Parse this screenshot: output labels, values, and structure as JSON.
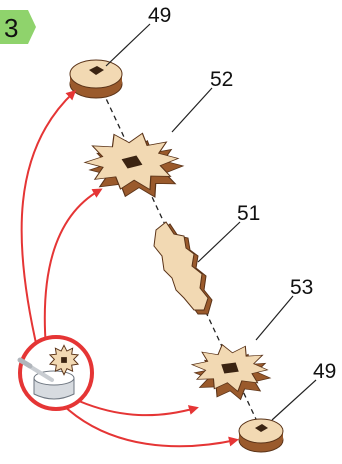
{
  "step": {
    "number": "3",
    "badge_color": "#8fd36c"
  },
  "parts": [
    {
      "id": "part-49-top",
      "label": "49"
    },
    {
      "id": "part-52",
      "label": "52"
    },
    {
      "id": "part-51",
      "label": "51"
    },
    {
      "id": "part-53",
      "label": "53"
    },
    {
      "id": "part-49-bottom",
      "label": "49"
    }
  ],
  "icon": {
    "name": "glue-pot-icon"
  },
  "colors": {
    "arrow": "#e53535",
    "wood_top": "#f2d9b3",
    "wood_side": "#9a5a2c",
    "wood_edge": "#5a3318"
  }
}
